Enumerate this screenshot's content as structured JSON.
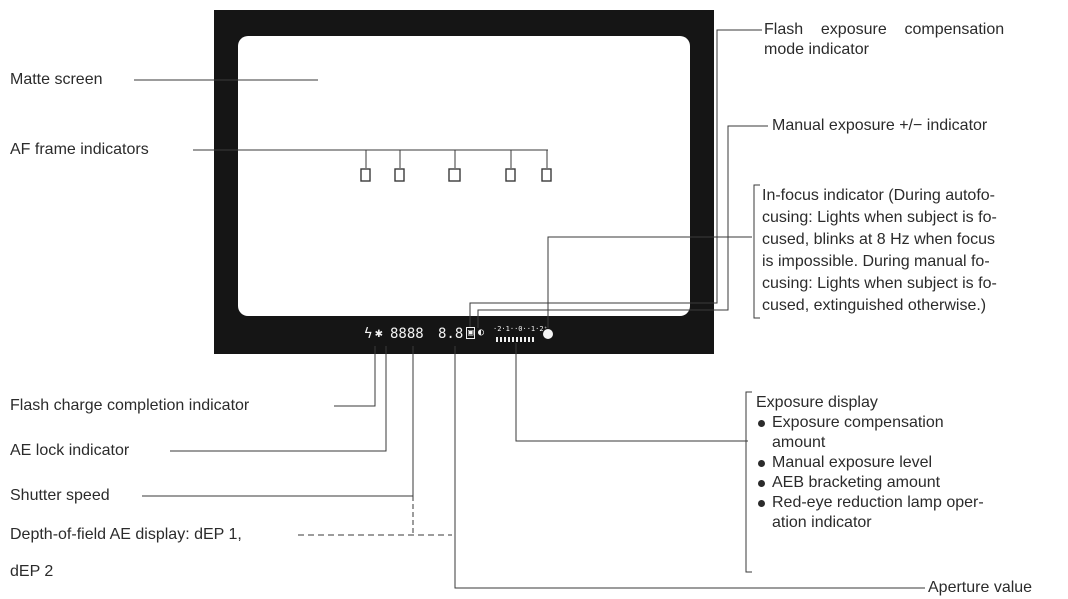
{
  "labels": {
    "matte_screen": "Matte screen",
    "af_frame": "AF frame indicators",
    "flash_charge": "Flash charge completion indicator",
    "ae_lock": "AE lock indicator",
    "shutter_speed": "Shutter speed",
    "dof_ae_line1": "Depth-of-field AE display: dEP 1,",
    "dof_ae_line2": "dEP 2",
    "flash_comp_line1": "Flash    exposure    compensation",
    "flash_comp_line2": "mode indicator",
    "manual_exposure": "Manual exposure +/− indicator",
    "aperture_value": "Aperture value"
  },
  "in_focus": {
    "lines": [
      "In-focus indicator (During autofo-",
      "cusing: Lights when subject is fo-",
      "cused, blinks at 8 Hz when focus",
      "is impossible. During manual fo-",
      "cusing: Lights when subject is fo-",
      "cused, extinguished otherwise.)"
    ]
  },
  "exposure_display": {
    "title": "Exposure display",
    "items": [
      [
        "Exposure compensation",
        "amount"
      ],
      [
        "Manual exposure level"
      ],
      [
        "AEB bracketing amount"
      ],
      [
        "Red-eye reduction lamp oper-",
        "ation indicator"
      ]
    ]
  },
  "viewfinder": {
    "flash_symbol": "ϟ",
    "ae_lock_symbol": "✱",
    "shutter_digits": "8888",
    "aperture_digits": "8.8",
    "scale_text": "·2·1··0··1·2⁺"
  },
  "colors": {
    "frame": "#151515",
    "screen": "#ffffff",
    "lines": "#3a3a3a",
    "text": "#2b2b2b"
  }
}
